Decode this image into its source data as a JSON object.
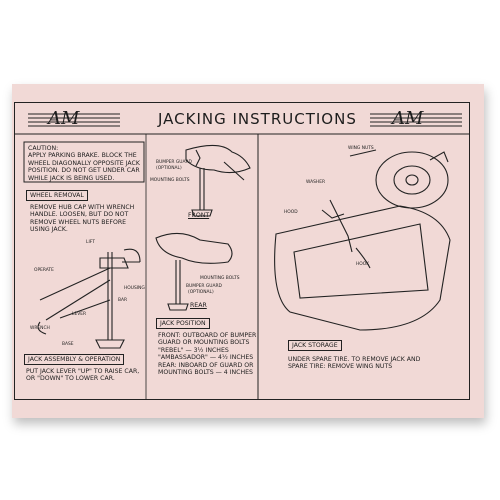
{
  "header": {
    "title": "JACKING INSTRUCTIONS",
    "logo_text": "AM"
  },
  "caution": {
    "label": "CAUTION:",
    "lines": [
      "APPLY PARKING BRAKE. BLOCK THE",
      "WHEEL DIAGONALLY OPPOSITE JACK",
      "POSITION. DO NOT GET UNDER CAR",
      "WHILE JACK IS BEING USED."
    ]
  },
  "wheel_removal": {
    "heading": "WHEEL REMOVAL",
    "lines": [
      "REMOVE HUB CAP WITH WRENCH",
      "HANDLE. LOOSEN, BUT DO NOT",
      "REMOVE WHEEL NUTS BEFORE",
      "USING JACK."
    ]
  },
  "jack_diagram_labels": {
    "lift": "LIFT",
    "operate": "OPERATE",
    "housing": "HOUSING",
    "bar": "BAR",
    "lever": "LEVER",
    "base": "BASE",
    "wrench": "WRENCH"
  },
  "jack_assembly": {
    "heading": "JACK ASSEMBLY & OPERATION",
    "lines": [
      "PUT JACK LEVER \"UP\" TO RAISE CAR,",
      "OR \"DOWN\" TO LOWER CAR."
    ]
  },
  "front_diagram": {
    "label": "FRONT",
    "callouts": [
      "BUMPER GUARD",
      "(OPTIONAL)",
      "MOUNTING BOLTS"
    ]
  },
  "rear_diagram": {
    "label": "REAR",
    "callouts": [
      "MOUNTING BOLTS",
      "BUMPER GUARD",
      "(OPTIONAL)"
    ]
  },
  "jack_position": {
    "heading": "JACK POSITION",
    "lines": [
      "FRONT: OUTBOARD OF BUMPER",
      "GUARD OR MOUNTING BOLTS",
      "\"REBEL\" — 3½ INCHES",
      "\"AMBASSADOR\" — 4½ INCHES",
      "REAR: INBOARD OF GUARD OR",
      "MOUNTING BOLTS — 4 INCHES"
    ]
  },
  "trunk_diagram": {
    "callouts": [
      "WING NUTS",
      "WASHER",
      "HOOD",
      "HOOK"
    ]
  },
  "jack_storage": {
    "heading": "JACK STORAGE",
    "lines": [
      "UNDER SPARE TIRE. TO REMOVE JACK AND",
      "SPARE TIRE:  REMOVE WING NUTS"
    ]
  }
}
